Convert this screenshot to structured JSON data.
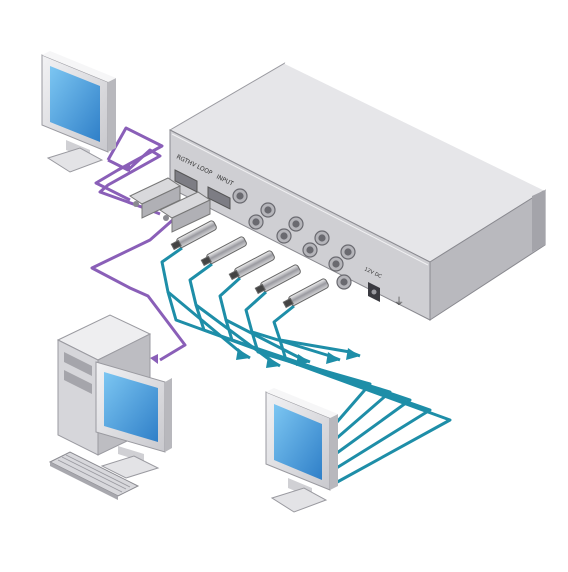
{
  "device": {
    "port_label_loop": "RGTHV LOOP",
    "port_label_in": "INPUT",
    "power_label": "12V DC"
  },
  "colors": {
    "background": "#ffffff",
    "vga_cable": "#8a5fb8",
    "bnc_cable": "#1e8ea8",
    "chassis_top": "#e3e3e6",
    "chassis_front": "#c9c9cd",
    "chassis_dark": "#9a9aa0",
    "screen": "#4aa3e0",
    "bezel": "#e6e6e8"
  },
  "items": {
    "monitor_top": "monitor-icon",
    "computer": "desktop-computer-icon",
    "monitor_bottom": "monitor-icon",
    "keyboard": "keyboard-icon",
    "splitter": "video-splitter-device"
  }
}
